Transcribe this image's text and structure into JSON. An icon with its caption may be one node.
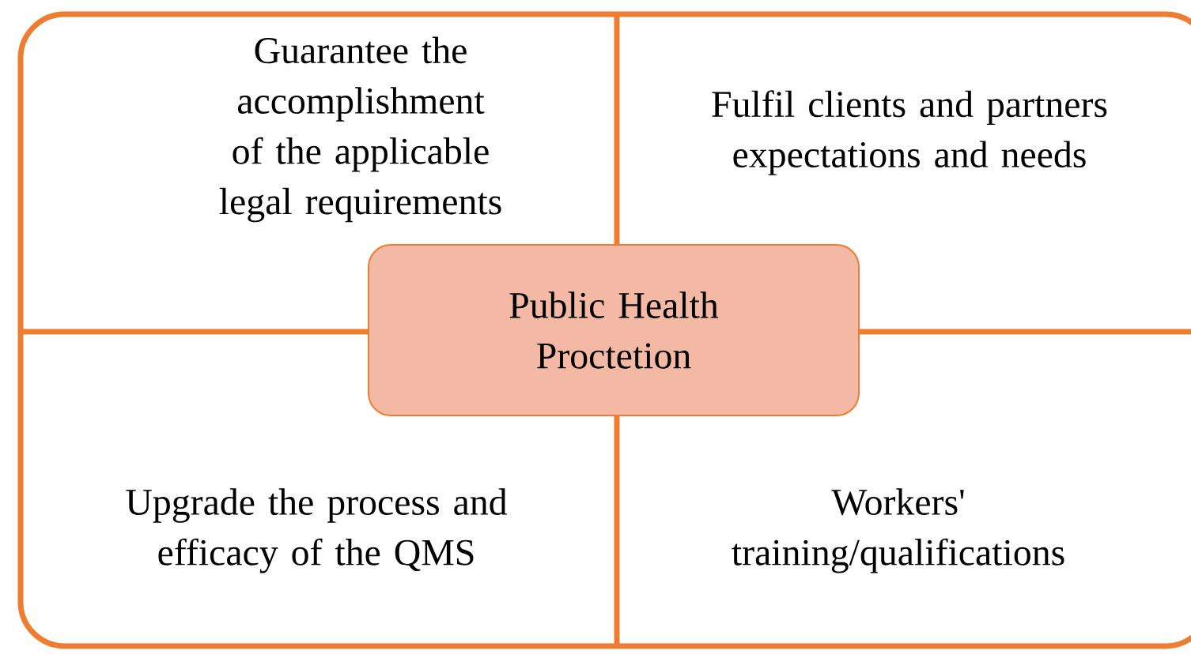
{
  "diagram": {
    "nodes": [
      {
        "text": [
          "Public Health Proctetion"
        ]
      }
    ],
    "edges": [],
    "labels": [
      "Guarantee the accomplishment of the applicable legal requirements",
      "Fulfil clients and partners expectations and needs",
      "Upgrade the process and efficacy of the QMS",
      "Workers' training/qualifications"
    ]
  }
}
